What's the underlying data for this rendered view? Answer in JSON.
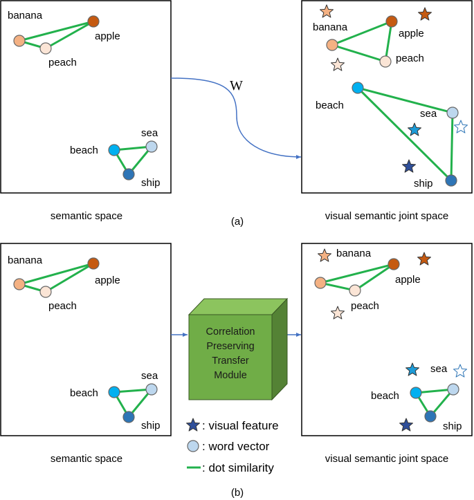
{
  "panel_a": {
    "left_caption": "semantic space",
    "right_caption": "visual semantic joint space",
    "mapping_label": "W",
    "label": "(a)",
    "left_nodes": {
      "banana": "banana",
      "apple": "apple",
      "peach": "peach",
      "sea": "sea",
      "beach": "beach",
      "ship": "ship"
    },
    "right_nodes": {
      "banana": "banana",
      "apple": "apple",
      "peach": "peach",
      "sea": "sea",
      "beach": "beach",
      "ship": "ship"
    }
  },
  "panel_b": {
    "left_caption": "semantic space",
    "right_caption": "visual semantic joint space",
    "label": "(b)",
    "module_lines": [
      "Correlation",
      "Preserving",
      "Transfer",
      "Module"
    ],
    "left_nodes": {
      "banana": "banana",
      "apple": "apple",
      "peach": "peach",
      "sea": "sea",
      "beach": "beach",
      "ship": "ship"
    },
    "right_nodes": {
      "banana": "banana",
      "apple": "apple",
      "peach": "peach",
      "sea": "sea",
      "beach": "beach",
      "ship": "ship"
    }
  },
  "legend": {
    "visual_feature": ": visual feature",
    "word_vector": ": word vector",
    "dot_similarity": ": dot similarity"
  },
  "colors": {
    "banana": "#f4b183",
    "apple": "#c55a11",
    "peach": "#fbe5d6",
    "sea": "#bdd7ee",
    "beach": "#00b0f0",
    "ship": "#2e75b6",
    "edge": "#22b14c",
    "arrow": "#4472c4",
    "cube_front": "#70ad47",
    "cube_top": "#8cc45e",
    "cube_side": "#548235"
  }
}
